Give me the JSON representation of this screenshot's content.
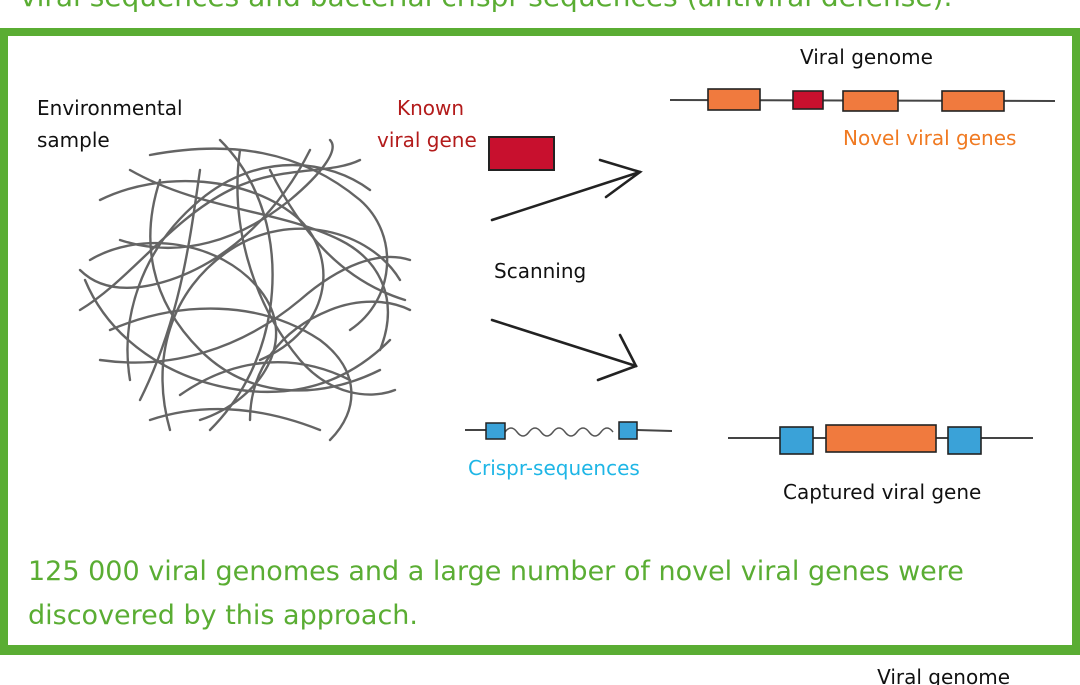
{
  "colors": {
    "frame_green": "#5aad33",
    "known_gene": "#c8102e",
    "novel_gene": "#f07a3e",
    "crispr": "#3aa2d8",
    "tangle": "#4a4a4a"
  },
  "header": {
    "cut_text": "viral sequences and bacterial crispr-sequences (antiviral defense)."
  },
  "left": {
    "sample_label_line1": "Environmental",
    "sample_label_line2": "sample"
  },
  "middle": {
    "known_label_line1": "Known",
    "known_label_line2": "viral gene",
    "scanning_label": "Scanning",
    "crispr_label": "Crispr-sequences"
  },
  "right": {
    "viral_genome_label": "Viral genome",
    "novel_genes_label": "Novel viral genes",
    "captured_label": "Captured viral gene"
  },
  "summary": {
    "line1": "125 000 viral genomes and a large number of novel viral genes were",
    "line2": "discovered by this approach."
  },
  "footer": {
    "cut_text": "Viral genome"
  },
  "icons": {
    "tangle": "tangled-sequences-icon",
    "arrow_up": "arrow-up-right-icon",
    "arrow_down": "arrow-down-right-icon"
  }
}
